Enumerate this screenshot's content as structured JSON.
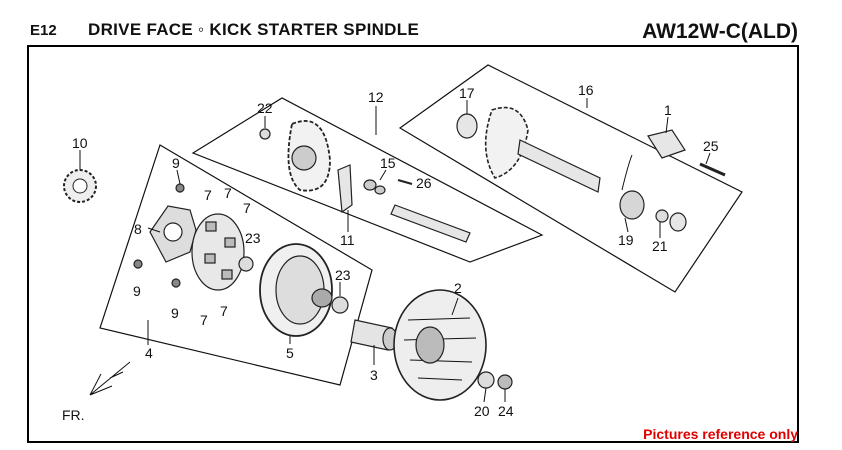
{
  "header": {
    "code": "E12",
    "title": "DRIVE FACE ◦ KICK STARTER SPINDLE",
    "model": "AW12W-C(ALD)"
  },
  "footer": {
    "note": "Pictures reference only",
    "note_color": "#e00000"
  },
  "direction_label": "FR.",
  "callouts": {
    "c1": "1",
    "c2": "2",
    "c3": "3",
    "c4": "4",
    "c5": "5",
    "c7a": "7",
    "c7b": "7",
    "c7c": "7",
    "c7d": "7",
    "c7e": "7",
    "c8": "8",
    "c9a": "9",
    "c9b": "9",
    "c9c": "9",
    "c10": "10",
    "c11": "11",
    "c12": "12",
    "c15": "15",
    "c16": "16",
    "c17": "17",
    "c19": "19",
    "c20": "20",
    "c21": "21",
    "c22": "22",
    "c23a": "23",
    "c23b": "23",
    "c24": "24",
    "c25": "25",
    "c26": "26"
  }
}
